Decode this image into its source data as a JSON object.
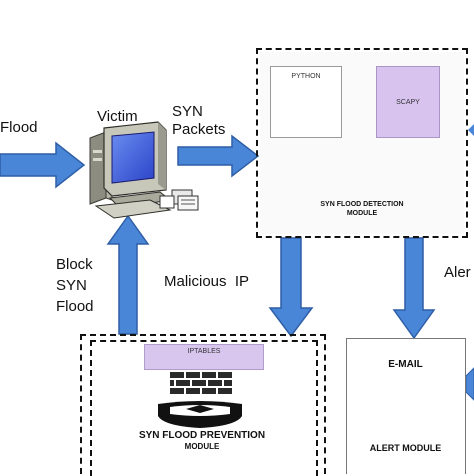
{
  "labels": {
    "flood": "Flood",
    "victim": "Victim",
    "syn_packets_line1": "SYN",
    "syn_packets_line2": "Packets",
    "block_line1": "Block",
    "block_line2": "SYN",
    "block_line3": "Flood",
    "malicious_ip": "Malicious  IP",
    "alert_partial": "Aler"
  },
  "detection_module": {
    "python_label": "PYTHON",
    "scapy_label": "SCAPY",
    "title_line1": "SYN FLOOD DETECTION",
    "title_line2": "MODULE"
  },
  "prevention_module": {
    "iptables_label": "IPTABLES",
    "title_line1": "SYN FLOOD PREVENTION",
    "title_line2": "MODULE"
  },
  "alert_module": {
    "email_label": "E-MAIL",
    "title": "ALERT MODULE"
  },
  "colors": {
    "arrow_blue": "#4a86d8",
    "arrow_outline": "#2f5fa6",
    "scapy_purple": "#d7c3ee",
    "iptables_purple": "#d9c6ef"
  }
}
